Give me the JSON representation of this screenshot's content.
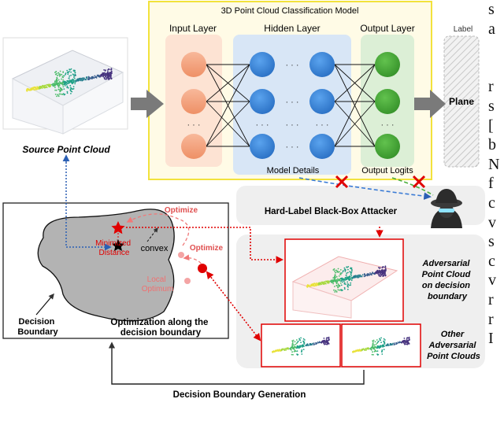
{
  "model": {
    "title": "3D Point Cloud Classification Model",
    "input_layer": "Input Layer",
    "hidden_layer": "Hidden Layer",
    "output_layer": "Output Layer",
    "ellipsis": "· · ·",
    "model_details": "Model Details",
    "output_logits": "Output Logits"
  },
  "label": {
    "header": "Label",
    "value": "Plane"
  },
  "source": {
    "caption": "Source  Point Cloud"
  },
  "attacker": {
    "label": "Hard-Label  Black-Box Attacker"
  },
  "decision_panel": {
    "optimize_top": "Optimize",
    "optimize_mid": "Optimize",
    "minimized_distance": [
      "Minimized",
      "Distance"
    ],
    "convex": "convex",
    "local_optimum": [
      "Local",
      "Optimum"
    ],
    "decision_boundary": [
      "Decision",
      "Boundary"
    ],
    "optimization_caption": [
      "Optimization along the",
      "decision boundary"
    ]
  },
  "adversarial": {
    "main_caption": [
      "Adversarial",
      "Point Cloud",
      "on decision",
      "boundary"
    ],
    "other_caption": [
      "Other",
      "Adversarial",
      "Point Clouds"
    ]
  },
  "generation_label": "Decision Boundary Generation",
  "page_text": [
    "s",
    "a",
    "",
    "",
    "r",
    "s",
    "[",
    "b",
    "N",
    "f",
    "c",
    "v",
    "s",
    "c",
    "v",
    "r",
    "r",
    "I"
  ],
  "colors": {
    "input_node": "#f4a582",
    "hidden_node": "#3b86d6",
    "output_node": "#4caf3c",
    "model_border": "#f2e23c",
    "attack_red": "#e00000",
    "blue_dash": "#3a7bd5",
    "gray_panel": "#efefef"
  }
}
